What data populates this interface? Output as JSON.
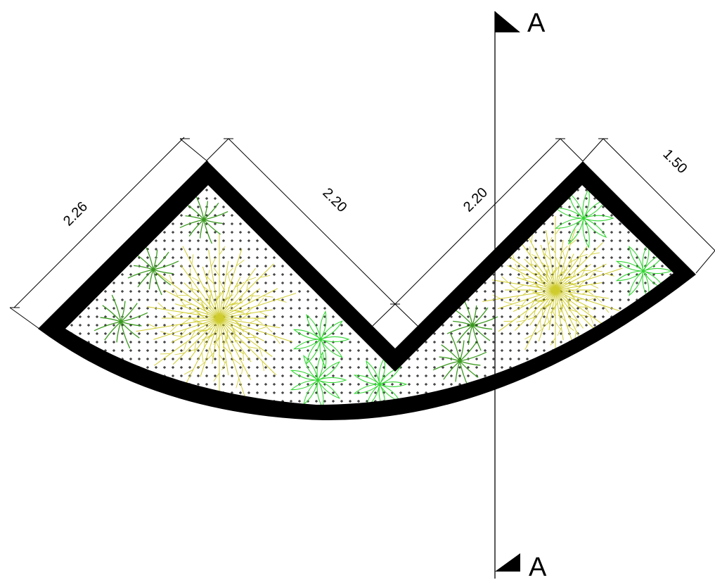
{
  "dimensions": {
    "d1": "2.26",
    "d2": "2.20",
    "d3": "2.20",
    "d4": "1.50"
  },
  "section": {
    "top_label": "A",
    "bottom_label": "A"
  },
  "colors": {
    "wall": "#000000",
    "leader": "#000000",
    "shrub_dark": "#3a9a1e",
    "shrub_light": "#33d633",
    "grass": "#cfcc2e",
    "ground_dots": "#000000"
  },
  "icons": {
    "section_marker": "triangle-flag-icon",
    "plant_star": "star-shrub-icon",
    "plant_leafy": "leafy-shrub-icon",
    "plant_grass": "ornamental-grass-icon"
  }
}
